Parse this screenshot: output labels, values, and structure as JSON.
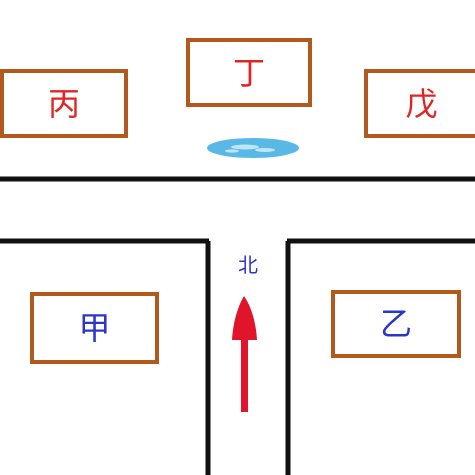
{
  "boxes": {
    "bing": {
      "label": "丙"
    },
    "ding": {
      "label": "丁"
    },
    "wu": {
      "label": "戊"
    },
    "jia": {
      "label": "甲"
    },
    "yi": {
      "label": "乙"
    }
  },
  "north_label": "北",
  "colors": {
    "box_border": "#b2591e",
    "road_line": "#111111",
    "text_red": "#e02525",
    "text_blue": "#2a36c8",
    "arrow": "#e0142a",
    "puddle": "#5ab8e6"
  },
  "icons": {
    "puddle": "water-puddle-icon",
    "arrow": "north-arrow-icon"
  }
}
